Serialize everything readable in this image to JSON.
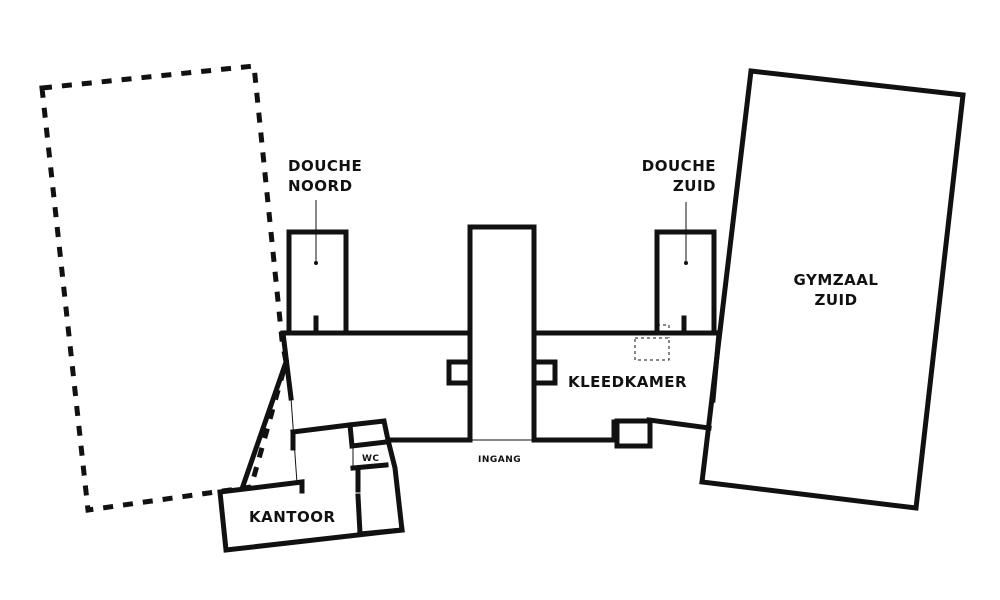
{
  "labels": {
    "douche_noord": {
      "line1": "DOUCHE",
      "line2": "NOORD"
    },
    "douche_zuid": {
      "line1": "DOUCHE",
      "line2": "ZUID"
    },
    "gymzaal_zuid": {
      "line1": "GYMZAAL",
      "line2": "ZUID"
    },
    "kleedkamer": "KLEEDKAMER",
    "ingang": "INGANG",
    "wc": "WC",
    "kantoor": "KANTOOR"
  },
  "colors": {
    "ink": "#111111",
    "background": "#ffffff"
  }
}
